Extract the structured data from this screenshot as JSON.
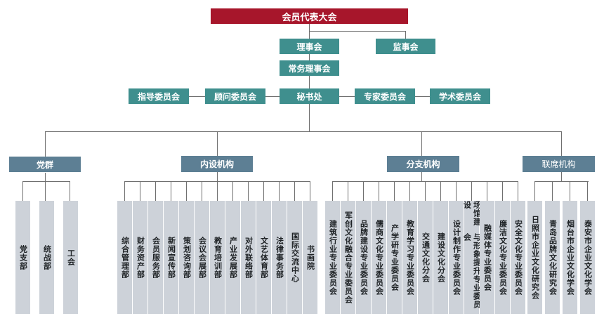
{
  "top": {
    "assembly": "会员代表大会"
  },
  "level2": {
    "council": "理事会",
    "supervisors": "监事会"
  },
  "level3": {
    "standing_council": "常务理事会"
  },
  "level4": {
    "guidance": "指导委员会",
    "advisory": "顾问委员会",
    "secretariat": "秘书处",
    "experts": "专家委员会",
    "academic": "学术委员会"
  },
  "groups": {
    "party": "党群",
    "internal": "内设机构",
    "branches": "分支机构",
    "liaison": "联席机构"
  },
  "party_units": [
    "党支部",
    "统战部",
    "工会"
  ],
  "internal_units": [
    [
      "综合",
      "管理部"
    ],
    [
      "财务",
      "资产部"
    ],
    [
      "会员",
      "服务部"
    ],
    [
      "新闻",
      "宣传部"
    ],
    [
      "策划",
      "咨询部"
    ],
    [
      "会议",
      "会展部"
    ],
    [
      "教育",
      "培训部"
    ],
    [
      "产业",
      "发展部"
    ],
    [
      "对外",
      "联络部"
    ],
    [
      "文艺",
      "体育部"
    ],
    [
      "法律",
      "事务部"
    ],
    [
      "国际",
      "交流中心"
    ],
    [
      "书画院"
    ]
  ],
  "branch_units": [
    [
      "建筑",
      "行业专业委员会"
    ],
    [
      "军创",
      "文化融合专业委员会"
    ],
    [
      "品牌",
      "建设专业委员会"
    ],
    [
      "儒商",
      "文化专业委员会"
    ],
    [
      "产学研",
      "专业委员会"
    ],
    [
      "教育",
      "学习专业委员会"
    ],
    [
      "交通",
      "文化分会"
    ],
    [
      "建设",
      "文化分会"
    ],
    [
      "设计",
      "制作专业委员会"
    ],
    [
      "场馆建设",
      "与形象提升专业委员会"
    ],
    [
      "融媒体",
      "专业委员会"
    ],
    [
      "廉洁",
      "文化专业委员会"
    ],
    [
      "安全",
      "文化专业委员会"
    ]
  ],
  "liaison_units": [
    "日照市企业文化研究会",
    "青岛品牌文化研究会",
    "烟台市企业文化学会",
    "泰安市企业文化学会"
  ],
  "colors": {
    "red": "#a7162b",
    "teal": "#3f8f8e",
    "slate": "#5d7f94",
    "column": "#cdd2d9",
    "line": "#6f6f6f"
  }
}
